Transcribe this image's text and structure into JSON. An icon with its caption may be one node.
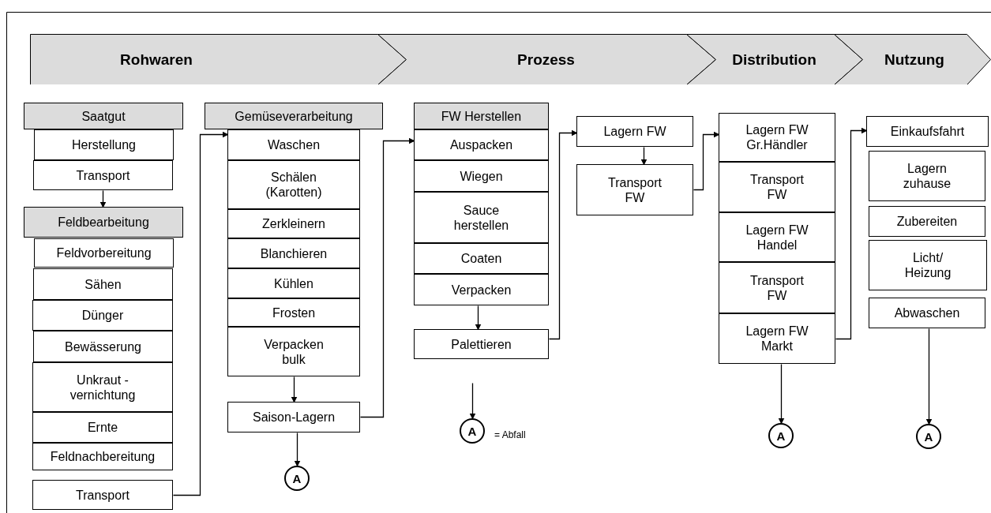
{
  "diagram": {
    "nodes": [
      {
        "text": [
          "Rohwaren"
        ]
      },
      {
        "text": [
          "Prozess"
        ]
      },
      {
        "text": [
          "Distribution"
        ]
      },
      {
        "text": [
          "Nutzung"
        ]
      },
      {
        "text": [
          "Saatgut"
        ]
      },
      {
        "text": [
          "Herstellung"
        ]
      },
      {
        "text": [
          "Transport"
        ]
      },
      {
        "text": [
          "Feldbearbeitung"
        ]
      },
      {
        "text": [
          "Feldvorbereitung"
        ]
      },
      {
        "text": [
          "Sähen"
        ]
      },
      {
        "text": [
          "Dünger"
        ]
      },
      {
        "text": [
          "Bewässerung"
        ]
      },
      {
        "text": [
          "Unkraut - vernichtung"
        ]
      },
      {
        "text": [
          "Ernte"
        ]
      },
      {
        "text": [
          "Feldnachbereitung"
        ]
      },
      {
        "text": [
          "Transport"
        ]
      },
      {
        "text": [
          "Gemüseverarbeitung"
        ]
      },
      {
        "text": [
          "Waschen"
        ]
      },
      {
        "text": [
          "Schälen (Karotten)"
        ]
      },
      {
        "text": [
          "Zerkleinern"
        ]
      },
      {
        "text": [
          "Blanchieren"
        ]
      },
      {
        "text": [
          "Kühlen"
        ]
      },
      {
        "text": [
          "Frosten"
        ]
      },
      {
        "text": [
          "Verpacken bulk"
        ]
      },
      {
        "text": [
          "Saison-Lagern"
        ]
      },
      {
        "text": [
          "A"
        ]
      },
      {
        "text": [
          "FW Herstellen"
        ]
      },
      {
        "text": [
          "Auspacken"
        ]
      },
      {
        "text": [
          "Wiegen"
        ]
      },
      {
        "text": [
          "Sauce herstellen"
        ]
      },
      {
        "text": [
          "Coaten"
        ]
      },
      {
        "text": [
          "Verpacken"
        ]
      },
      {
        "text": [
          "Palettieren"
        ]
      },
      {
        "text": [
          "A"
        ],
        "beside": [
          "= Abfall"
        ]
      },
      {
        "text": [
          "Lagern FW"
        ]
      },
      {
        "text": [
          "Transport FW"
        ]
      },
      {
        "text": [
          "Lagern FW Gr.Händler"
        ]
      },
      {
        "text": [
          "Transport FW"
        ]
      },
      {
        "text": [
          "Lagern FW Handel"
        ]
      },
      {
        "text": [
          "Transport FW"
        ]
      },
      {
        "text": [
          "Lagern FW Markt"
        ]
      },
      {
        "text": [
          "A"
        ]
      },
      {
        "text": [
          "Einkaufsfahrt"
        ]
      },
      {
        "text": [
          "Lagern zuhause"
        ]
      },
      {
        "text": [
          "Zubereiten"
        ]
      },
      {
        "text": [
          "Licht/ Heizung"
        ]
      },
      {
        "text": [
          "Abwaschen"
        ]
      },
      {
        "text": [
          "A"
        ]
      }
    ],
    "edges": [
      {
        "from": 6,
        "to": 7,
        "arrow": "to"
      },
      {
        "from": 15,
        "to": 17,
        "arrow": "to"
      },
      {
        "from": 23,
        "to": 24,
        "arrow": "to"
      },
      {
        "from": 24,
        "to": 25,
        "arrow": "to"
      },
      {
        "from": 24,
        "to": 26,
        "arrow": "to"
      },
      {
        "from": 31,
        "to": 32,
        "arrow": "to"
      },
      {
        "from": null,
        "to": 33,
        "arrow": "to"
      },
      {
        "from": 32,
        "to": 34,
        "arrow": "to"
      },
      {
        "from": 34,
        "to": 35,
        "arrow": "to"
      },
      {
        "from": 35,
        "to": 36,
        "arrow": "to"
      },
      {
        "from": 40,
        "to": 41,
        "arrow": "to"
      },
      {
        "from": 40,
        "to": 42,
        "arrow": "to"
      },
      {
        "from": 46,
        "to": 47,
        "arrow": "to"
      }
    ]
  }
}
